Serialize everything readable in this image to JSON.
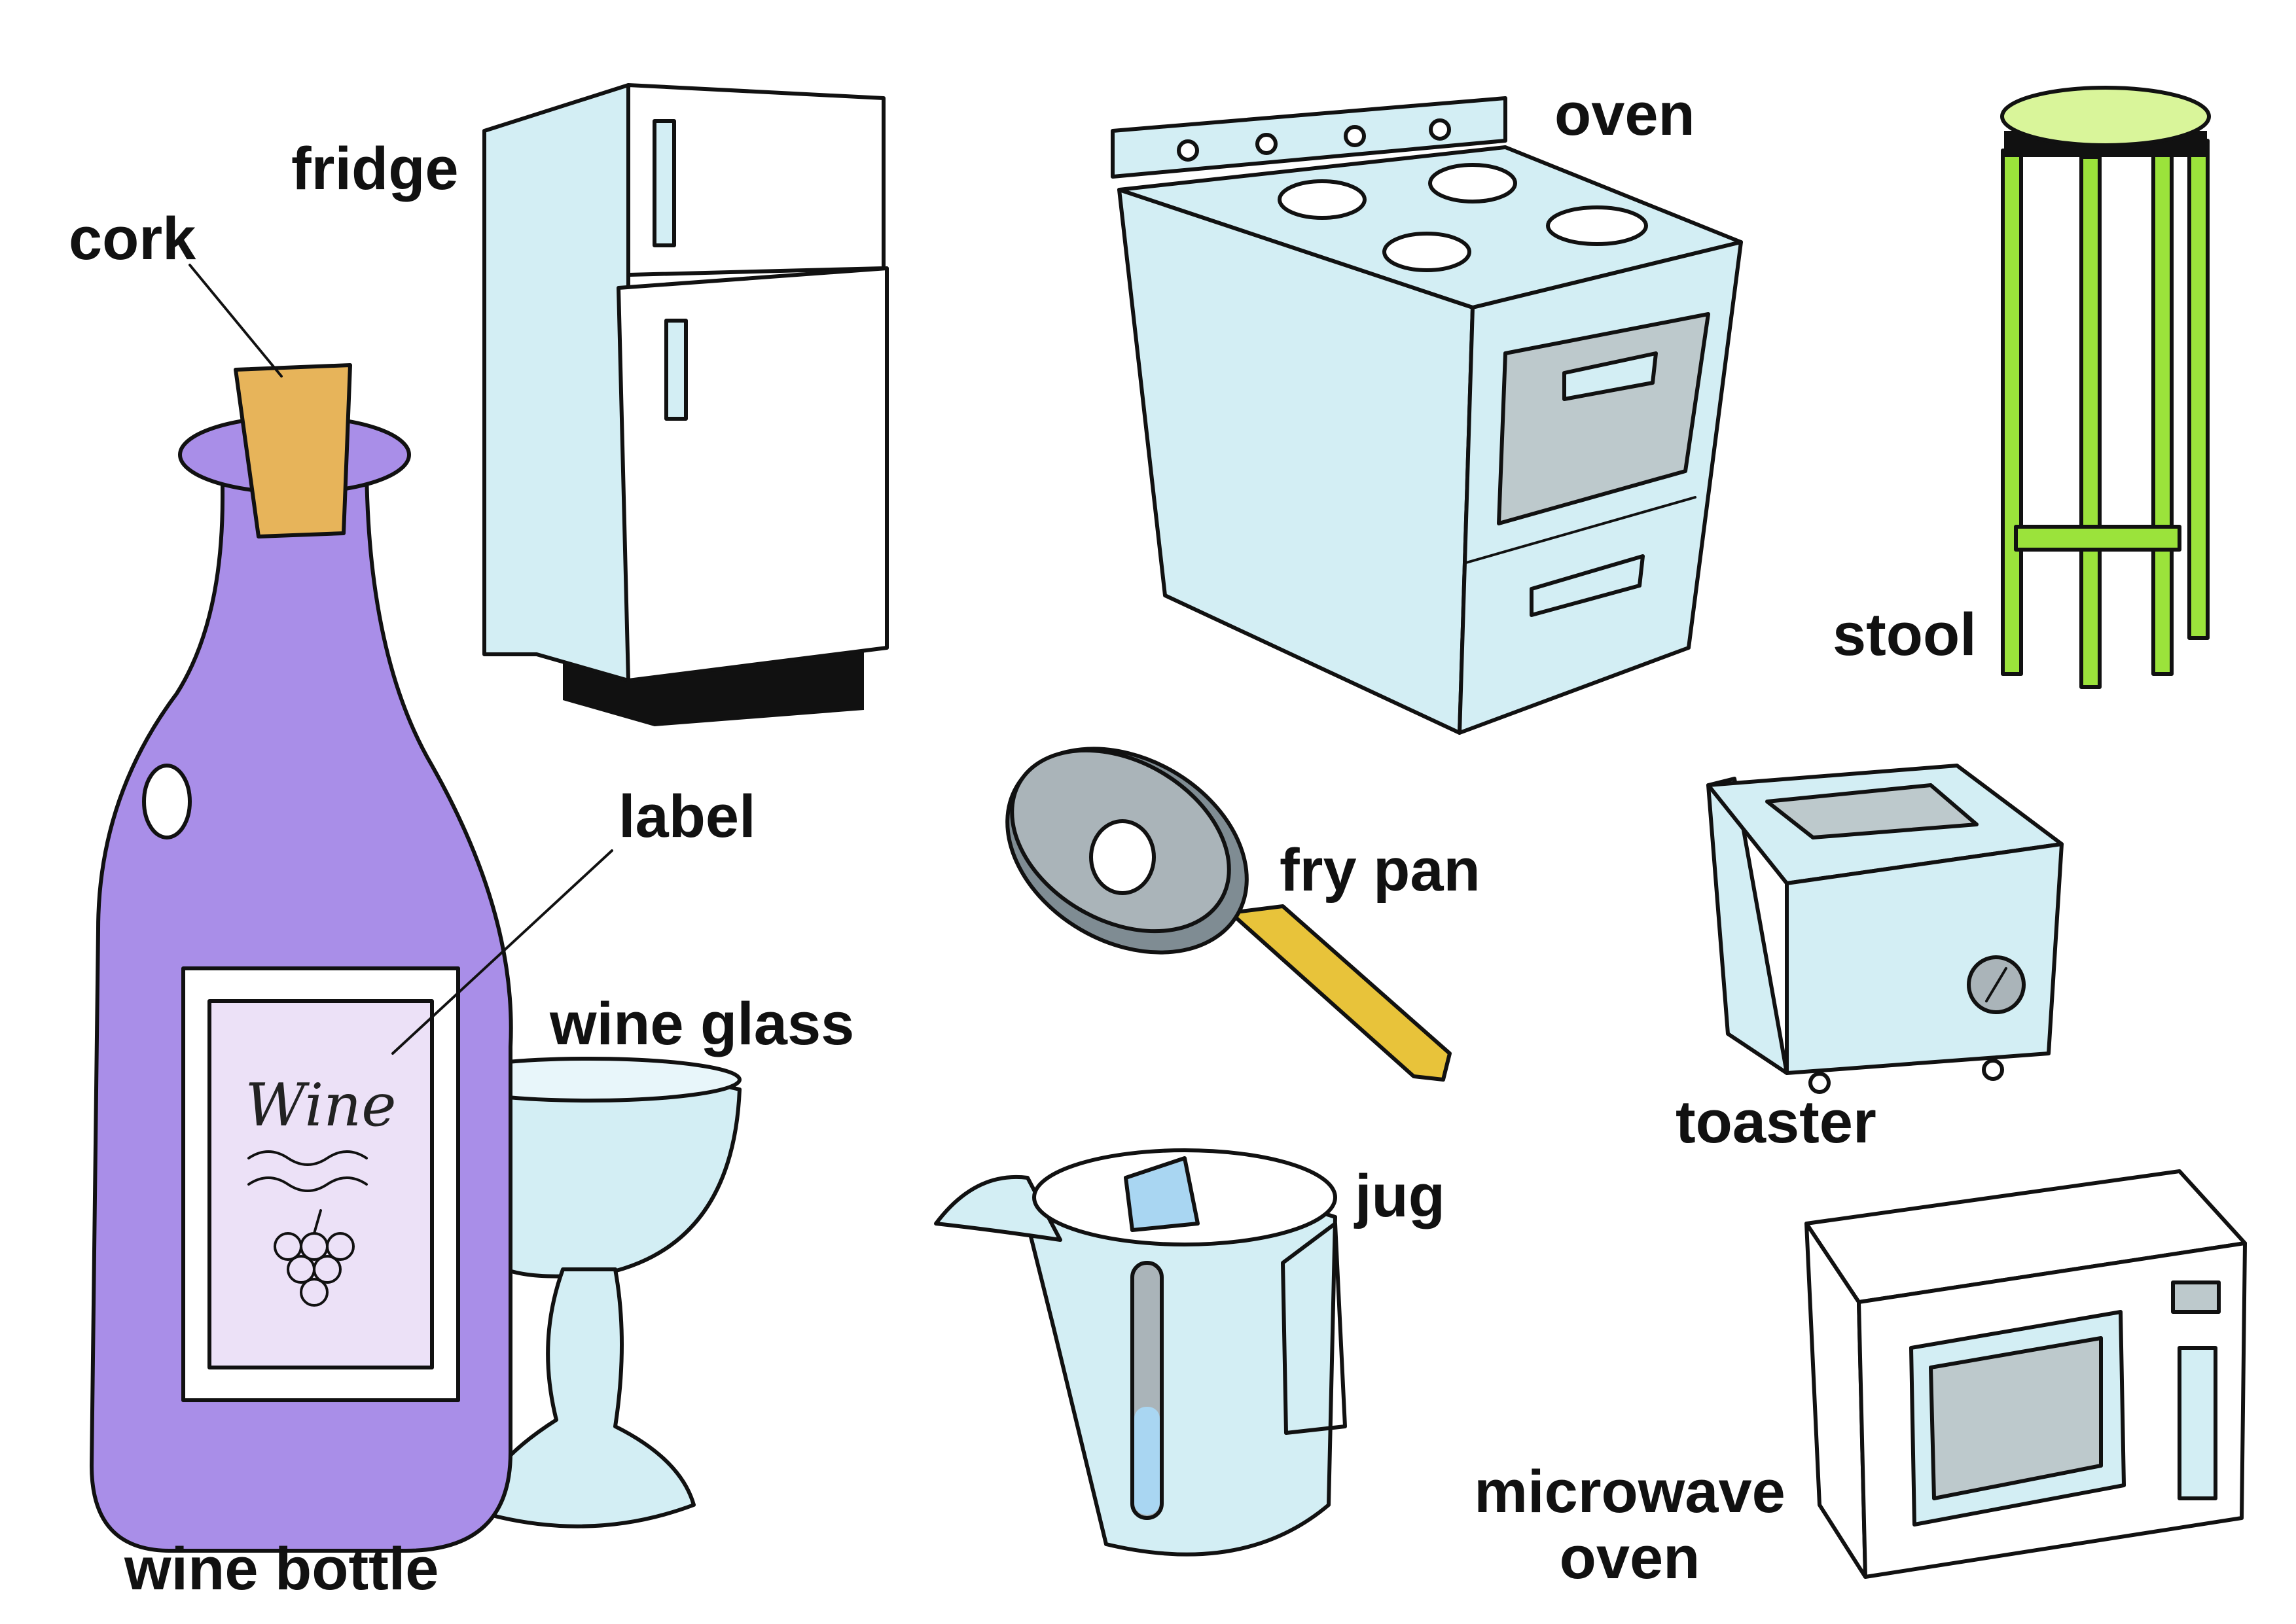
{
  "labels": {
    "cork": "cork",
    "fridge": "fridge",
    "oven": "oven",
    "stool": "stool",
    "label": "label",
    "fry_pan": "fry pan",
    "wine_glass": "wine glass",
    "toaster": "toaster",
    "jug": "jug",
    "wine_bottle": "wine bottle",
    "microwave_oven_line1": "microwave",
    "microwave_oven_line2": "oven"
  },
  "bottle_label_text": "Wine",
  "colors": {
    "appliance": "#d3eef4",
    "appliance_white": "#ffffff",
    "bottle": "#a98ee8",
    "cork": "#e7b45a",
    "stool": "#9be33b",
    "stool_seat": "#d9f59a",
    "grape": "#8a56c8",
    "window_grey": "#bdc9cc",
    "pan_grey": "#aab4b9",
    "handle_yellow": "#e8c33a"
  }
}
